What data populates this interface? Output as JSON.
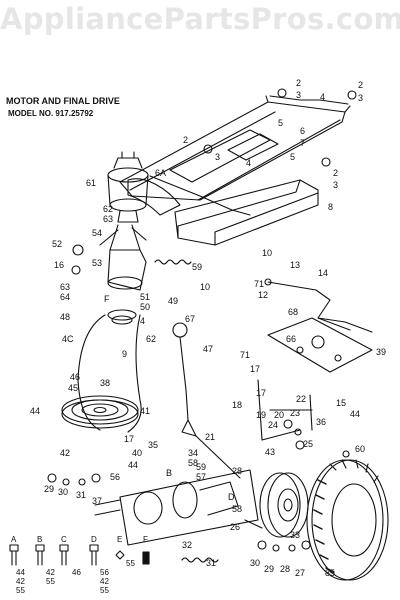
{
  "watermark": "AppliancePartsPros.com",
  "title": "MOTOR AND FINAL DRIVE",
  "model": "MODEL NO. 917.25792",
  "callouts": [
    {
      "id": "c2a",
      "text": "2"
    },
    {
      "id": "c3a",
      "text": "3"
    },
    {
      "id": "c2b",
      "text": "2"
    },
    {
      "id": "c3b",
      "text": "3"
    },
    {
      "id": "c4a",
      "text": "4"
    },
    {
      "id": "c5a",
      "text": "5"
    },
    {
      "id": "c6",
      "text": "6"
    },
    {
      "id": "c7",
      "text": "7"
    },
    {
      "id": "c5b",
      "text": "5"
    },
    {
      "id": "c2c",
      "text": "2"
    },
    {
      "id": "c3c",
      "text": "3"
    },
    {
      "id": "c4b",
      "text": "4"
    },
    {
      "id": "c6a",
      "text": "6A"
    },
    {
      "id": "c2d",
      "text": "2"
    },
    {
      "id": "c3d",
      "text": "3"
    },
    {
      "id": "c8",
      "text": "8"
    },
    {
      "id": "c61",
      "text": "61"
    },
    {
      "id": "c62a",
      "text": "62"
    },
    {
      "id": "c63",
      "text": "63"
    },
    {
      "id": "c54",
      "text": "54"
    },
    {
      "id": "c52",
      "text": "52"
    },
    {
      "id": "c16",
      "text": "16"
    },
    {
      "id": "c63b",
      "text": "63"
    },
    {
      "id": "c64",
      "text": "64"
    },
    {
      "id": "c53",
      "text": "53"
    },
    {
      "id": "c10a",
      "text": "10"
    },
    {
      "id": "c10b",
      "text": "10"
    },
    {
      "id": "c59",
      "text": "59"
    },
    {
      "id": "c13",
      "text": "13"
    },
    {
      "id": "c14",
      "text": "14"
    },
    {
      "id": "c71a",
      "text": "71"
    },
    {
      "id": "c12",
      "text": "12"
    },
    {
      "id": "c51",
      "text": "51"
    },
    {
      "id": "c50",
      "text": "50"
    },
    {
      "id": "cF",
      "text": "F"
    },
    {
      "id": "c49",
      "text": "49"
    },
    {
      "id": "c4c",
      "text": "4"
    },
    {
      "id": "c62b",
      "text": "62"
    },
    {
      "id": "c9",
      "text": "9"
    },
    {
      "id": "c48",
      "text": "48"
    },
    {
      "id": "c4d",
      "text": "4C"
    },
    {
      "id": "c67",
      "text": "67"
    },
    {
      "id": "c68",
      "text": "68"
    },
    {
      "id": "c66",
      "text": "66"
    },
    {
      "id": "c39",
      "text": "39"
    },
    {
      "id": "c47",
      "text": "47"
    },
    {
      "id": "c46",
      "text": "46"
    },
    {
      "id": "c45",
      "text": "45"
    },
    {
      "id": "c38",
      "text": "38"
    },
    {
      "id": "c17a",
      "text": "17"
    },
    {
      "id": "c71b",
      "text": "71"
    },
    {
      "id": "c22",
      "text": "22"
    },
    {
      "id": "c15",
      "text": "15"
    },
    {
      "id": "c44a",
      "text": "44"
    },
    {
      "id": "c44b",
      "text": "44"
    },
    {
      "id": "c41",
      "text": "41"
    },
    {
      "id": "c17b",
      "text": "17"
    },
    {
      "id": "c18",
      "text": "18"
    },
    {
      "id": "c17c",
      "text": "17"
    },
    {
      "id": "c19",
      "text": "19"
    },
    {
      "id": "c20",
      "text": "20"
    },
    {
      "id": "c23",
      "text": "23"
    },
    {
      "id": "c36",
      "text": "36"
    },
    {
      "id": "c21",
      "text": "21"
    },
    {
      "id": "c24",
      "text": "24"
    },
    {
      "id": "c25",
      "text": "25"
    },
    {
      "id": "c60",
      "text": "60"
    },
    {
      "id": "c43",
      "text": "43"
    },
    {
      "id": "c44c",
      "text": "44"
    },
    {
      "id": "c42",
      "text": "42"
    },
    {
      "id": "c40",
      "text": "40"
    },
    {
      "id": "cB",
      "text": "B"
    },
    {
      "id": "c35",
      "text": "35"
    },
    {
      "id": "c34",
      "text": "34"
    },
    {
      "id": "c58a",
      "text": "58"
    },
    {
      "id": "c59b",
      "text": "59"
    },
    {
      "id": "c57",
      "text": "57"
    },
    {
      "id": "c28a",
      "text": "28"
    },
    {
      "id": "c29a",
      "text": "29"
    },
    {
      "id": "c30a",
      "text": "30"
    },
    {
      "id": "c31a",
      "text": "31"
    },
    {
      "id": "c37",
      "text": "37"
    },
    {
      "id": "c56",
      "text": "56"
    },
    {
      "id": "cD",
      "text": "D"
    },
    {
      "id": "c58b",
      "text": "58"
    },
    {
      "id": "c26",
      "text": "26"
    },
    {
      "id": "c33",
      "text": "33"
    },
    {
      "id": "c32",
      "text": "32"
    },
    {
      "id": "c31b",
      "text": "31"
    },
    {
      "id": "c30b",
      "text": "30"
    },
    {
      "id": "c29b",
      "text": "29"
    },
    {
      "id": "c28b",
      "text": "28"
    },
    {
      "id": "c27",
      "text": "27"
    },
    {
      "id": "c85",
      "text": "85"
    }
  ],
  "legend": {
    "letters": [
      "A",
      "B",
      "C",
      "D",
      "E",
      "F"
    ],
    "rows": [
      {
        "id": "la1",
        "text": "44"
      },
      {
        "id": "la2",
        "text": "42"
      },
      {
        "id": "la3",
        "text": "55"
      },
      {
        "id": "lb1",
        "text": "42"
      },
      {
        "id": "lb2",
        "text": "55"
      },
      {
        "id": "lc1",
        "text": "46"
      },
      {
        "id": "ld1",
        "text": "56"
      },
      {
        "id": "ld2",
        "text": "42"
      },
      {
        "id": "ld3",
        "text": "55"
      },
      {
        "id": "le1",
        "text": "55"
      }
    ]
  }
}
